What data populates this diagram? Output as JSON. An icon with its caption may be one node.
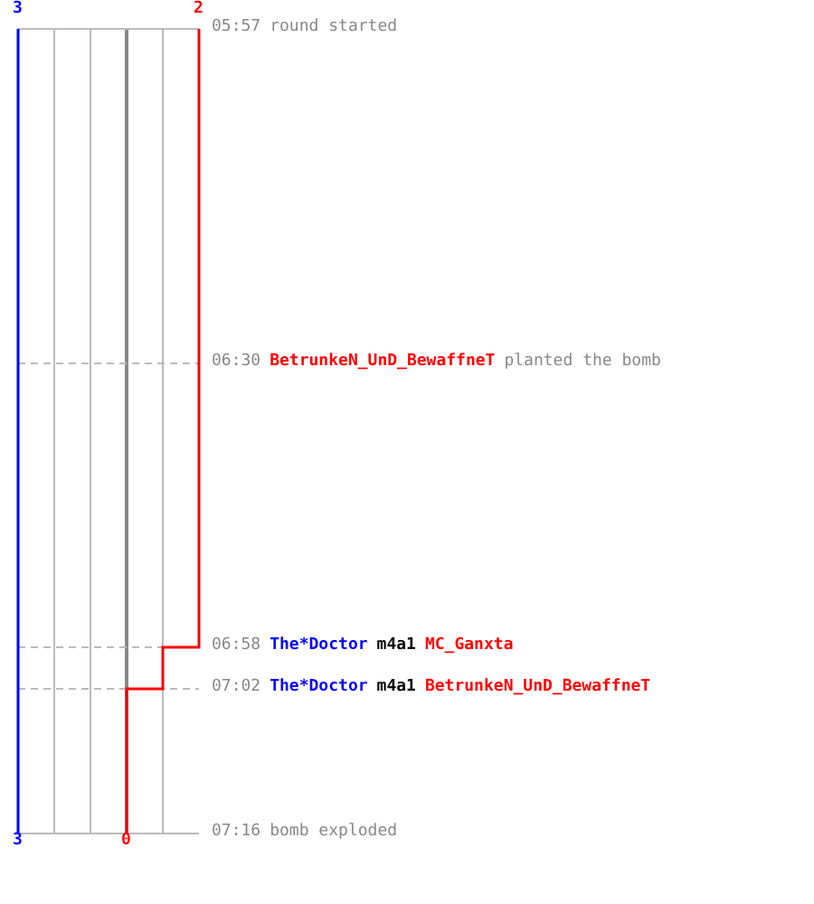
{
  "diagram": {
    "labels": [
      "3",
      "2",
      "05:57",
      "round started",
      "06:30",
      "BetrunkeN_UnD_BewaffneT",
      "planted the bomb",
      "06:58",
      "The*Doctor",
      "m4a1",
      "MC_Ganxta",
      "07:02",
      "The*Doctor",
      "m4a1",
      "BetrunkeN_UnD_BewaffneT",
      "3",
      "0",
      "07:16",
      "bomb exploded"
    ]
  }
}
